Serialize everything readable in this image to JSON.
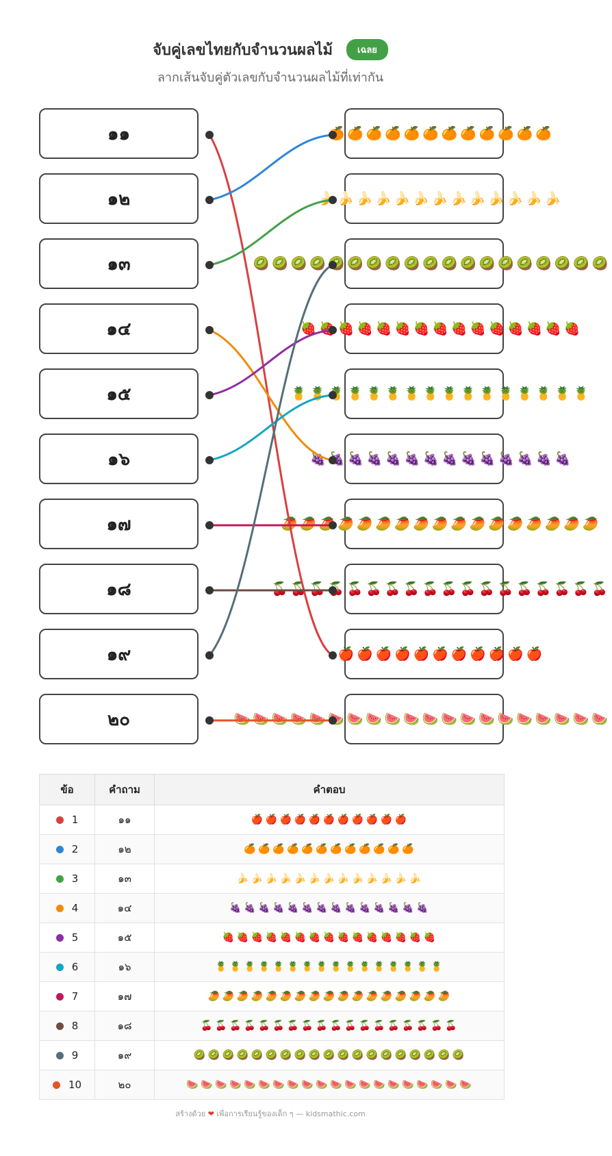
{
  "header": {
    "title": "จับคู่เลขไทยกับจำนวนผลไม้",
    "badge": "เฉลย",
    "subtitle": "ลากเส้นจับคู่ตัวเลขกับจำนวนผลไม้ที่เท่ากัน"
  },
  "left": [
    "๑๑",
    "๑๒",
    "๑๓",
    "๑๔",
    "๑๕",
    "๑๖",
    "๑๗",
    "๑๘",
    "๑๙",
    "๒๐"
  ],
  "right": [
    {
      "fruit": "🍊",
      "count": 12
    },
    {
      "fruit": "🍌",
      "count": 13
    },
    {
      "fruit": "🥝",
      "count": 19
    },
    {
      "fruit": "🍓",
      "count": 15
    },
    {
      "fruit": "🍍",
      "count": 16
    },
    {
      "fruit": "🍇",
      "count": 14
    },
    {
      "fruit": "🥭",
      "count": 17
    },
    {
      "fruit": "🍒",
      "count": 18
    },
    {
      "fruit": "🍎",
      "count": 11
    },
    {
      "fruit": "🍉",
      "count": 20
    }
  ],
  "matches": [
    {
      "from": 0,
      "to": 8,
      "color": "#d84040"
    },
    {
      "from": 1,
      "to": 0,
      "color": "#2e86d6"
    },
    {
      "from": 2,
      "to": 1,
      "color": "#43a047"
    },
    {
      "from": 3,
      "to": 5,
      "color": "#ef8c0d"
    },
    {
      "from": 4,
      "to": 3,
      "color": "#8e2ea3"
    },
    {
      "from": 5,
      "to": 4,
      "color": "#13a6c2"
    },
    {
      "from": 6,
      "to": 6,
      "color": "#c2185b"
    },
    {
      "from": 7,
      "to": 7,
      "color": "#6d4c41"
    },
    {
      "from": 8,
      "to": 2,
      "color": "#546e7a"
    },
    {
      "from": 9,
      "to": 9,
      "color": "#e6532b"
    }
  ],
  "table": {
    "headers": [
      "ข้อ",
      "คำถาม",
      "คำตอบ"
    ],
    "rows": [
      {
        "no": "1",
        "color": "#d84040",
        "question": "๑๑",
        "fruit": "🍎",
        "count": 11
      },
      {
        "no": "2",
        "color": "#2e86d6",
        "question": "๑๒",
        "fruit": "🍊",
        "count": 12
      },
      {
        "no": "3",
        "color": "#43a047",
        "question": "๑๓",
        "fruit": "🍌",
        "count": 13
      },
      {
        "no": "4",
        "color": "#ef8c0d",
        "question": "๑๔",
        "fruit": "🍇",
        "count": 14
      },
      {
        "no": "5",
        "color": "#8e2ea3",
        "question": "๑๕",
        "fruit": "🍓",
        "count": 15
      },
      {
        "no": "6",
        "color": "#13a6c2",
        "question": "๑๖",
        "fruit": "🍍",
        "count": 16
      },
      {
        "no": "7",
        "color": "#c2185b",
        "question": "๑๗",
        "fruit": "🥭",
        "count": 17
      },
      {
        "no": "8",
        "color": "#6d4c41",
        "question": "๑๘",
        "fruit": "🍒",
        "count": 18
      },
      {
        "no": "9",
        "color": "#546e7a",
        "question": "๑๙",
        "fruit": "🥝",
        "count": 19
      },
      {
        "no": "10",
        "color": "#e6532b",
        "question": "๒๐",
        "fruit": "🍉",
        "count": 20
      }
    ]
  },
  "footer": {
    "prefix": "สร้างด้วย",
    "heart": "❤",
    "suffix": "เพื่อการเรียนรู้ของเด็ก ๆ — kidsmathic.com"
  }
}
